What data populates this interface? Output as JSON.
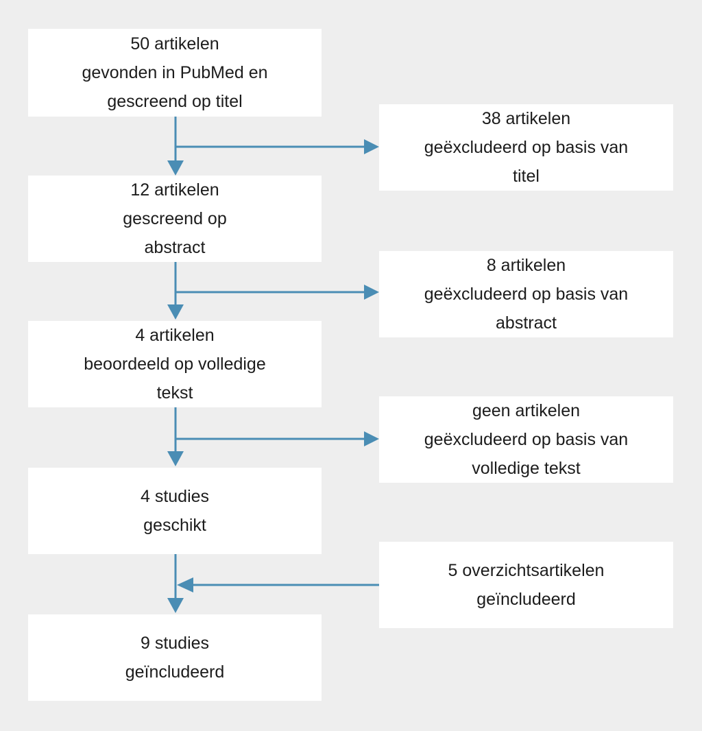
{
  "colors": {
    "page_background": "#eeeeee",
    "box_background": "#ffffff",
    "text": "#1c1c1c",
    "arrow": "#4a8db4"
  },
  "flow": {
    "main_boxes": [
      {
        "id": "found",
        "lines": [
          "50 artikelen",
          "gevonden in PubMed en",
          "gescreend op titel"
        ]
      },
      {
        "id": "screened-abstract",
        "lines": [
          "12 artikelen",
          "gescreend op",
          "abstract"
        ]
      },
      {
        "id": "fulltext",
        "lines": [
          "4 artikelen",
          "beoordeeld op volledige",
          "tekst"
        ]
      },
      {
        "id": "eligible",
        "lines": [
          "4 studies",
          "geschikt"
        ]
      },
      {
        "id": "included",
        "lines": [
          "9 studies",
          "geïncludeerd"
        ]
      }
    ],
    "side_boxes": [
      {
        "id": "excluded-title",
        "lines": [
          "38 artikelen",
          "geëxcludeerd op basis van",
          "titel"
        ]
      },
      {
        "id": "excluded-abstract",
        "lines": [
          "8 artikelen",
          "geëxcludeerd op basis van",
          "abstract"
        ]
      },
      {
        "id": "excluded-fulltext",
        "lines": [
          "geen artikelen",
          "geëxcludeerd op basis van",
          "volledige tekst"
        ]
      },
      {
        "id": "overview-included",
        "lines": [
          "5 overzichtsartikelen",
          "geïncludeerd"
        ]
      }
    ]
  }
}
